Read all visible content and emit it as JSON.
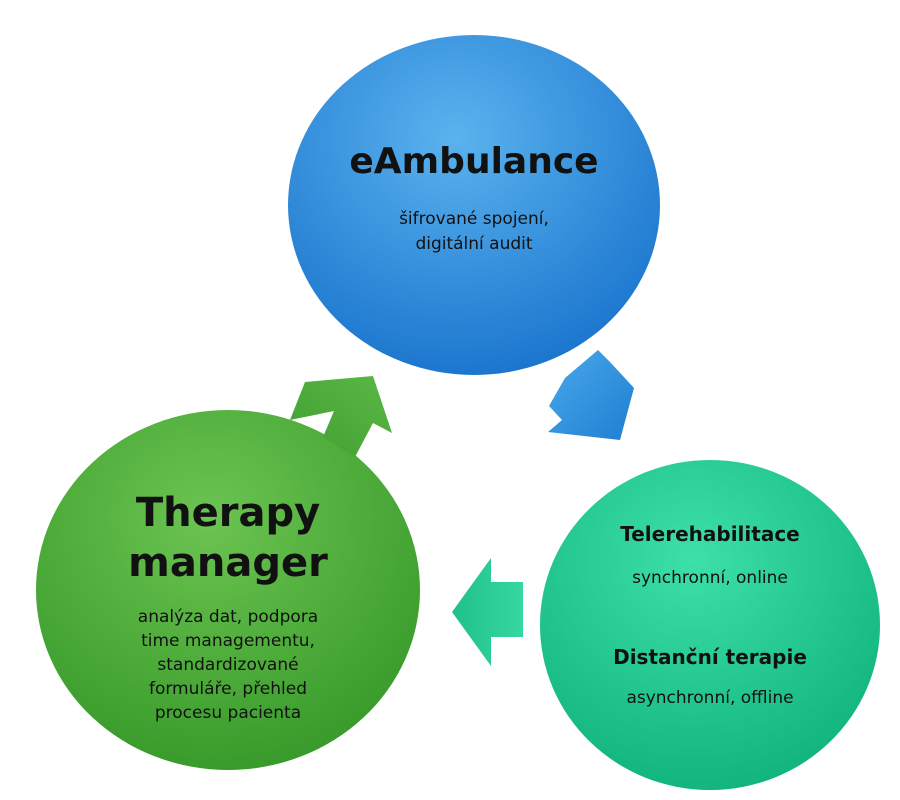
{
  "nodes": {
    "eambulance": {
      "title": "eAmbulance",
      "subtitle_line1": "šifrované spojení,",
      "subtitle_line2": "digitální audit",
      "color_top": "#4aa6e6",
      "color_bottom": "#1a78d0"
    },
    "telerehab": {
      "title1": "Telerehabilitace",
      "desc1": "synchronní, online",
      "title2": "Distanční terapie",
      "desc2": "asynchronní, offline",
      "color_top": "#2ed79f",
      "color_bottom": "#10b77e"
    },
    "therapy": {
      "title_line1": "Therapy",
      "title_line2": "manager",
      "desc_lines": [
        "analýza dat, podpora",
        "time managementu,",
        "standardizované",
        "formuláře, přehled",
        "procesu pacienta"
      ],
      "color_top": "#5fba45",
      "color_bottom": "#3a9d2b"
    }
  },
  "arrows": {
    "blue": {
      "direction": "down-right",
      "color": "#2a8ed8"
    },
    "teal": {
      "direction": "left",
      "color": "#27c992"
    },
    "green": {
      "direction": "up-right",
      "color": "#46a935"
    }
  }
}
